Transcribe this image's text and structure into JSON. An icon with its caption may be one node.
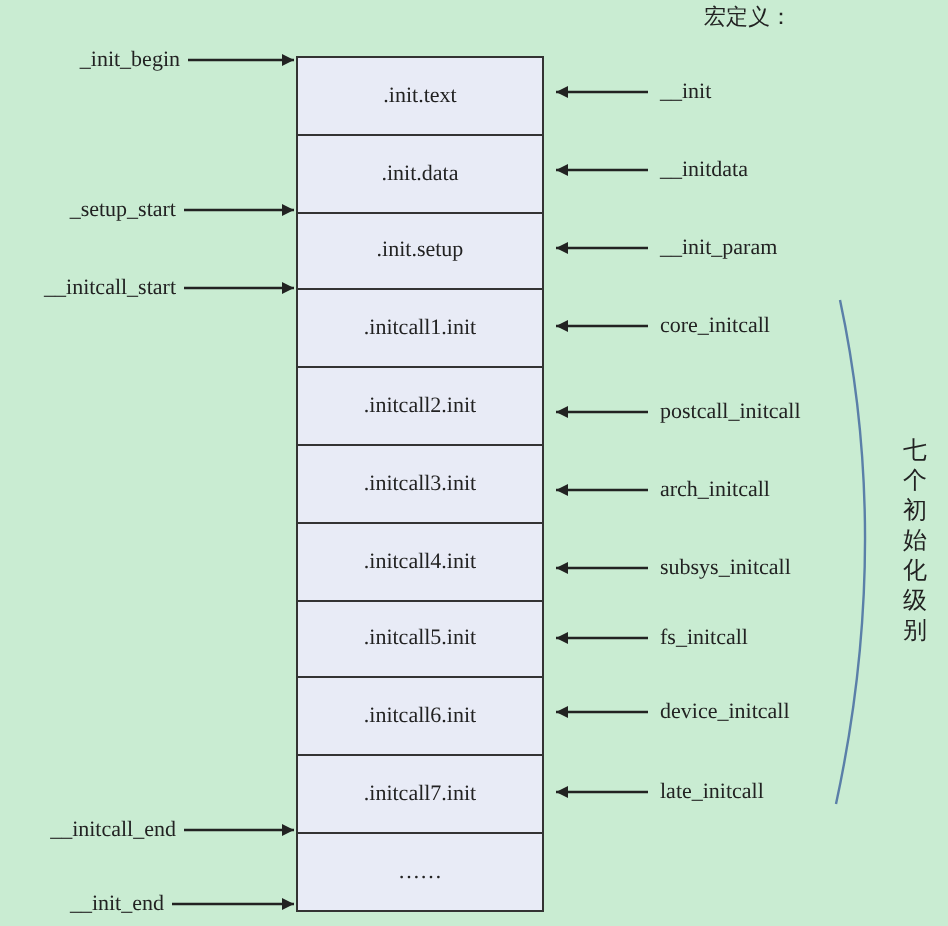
{
  "diagram": {
    "nodes": [
      {
        "text": [
          ".init.text"
        ]
      },
      {
        "text": [
          ".init.data"
        ]
      },
      {
        "text": [
          ".init.setup"
        ]
      },
      {
        "text": [
          ".initcall1.init"
        ]
      },
      {
        "text": [
          ".initcall2.init"
        ]
      },
      {
        "text": [
          ".initcall3.init"
        ]
      },
      {
        "text": [
          ".initcall4.init"
        ]
      },
      {
        "text": [
          ".initcall5.init"
        ]
      },
      {
        "text": [
          ".initcall6.init"
        ]
      },
      {
        "text": [
          ".initcall7.init"
        ]
      },
      {
        "text": [
          "……"
        ]
      },
      {
        "text": [
          "_init_begin"
        ]
      },
      {
        "text": [
          "_setup_start"
        ]
      },
      {
        "text": [
          "__initcall_start"
        ]
      },
      {
        "text": [
          "__initcall_end"
        ]
      },
      {
        "text": [
          "__init_end"
        ]
      },
      {
        "text": [
          "__init"
        ]
      },
      {
        "text": [
          "__initdata"
        ]
      },
      {
        "text": [
          "__init_param"
        ]
      },
      {
        "text": [
          "core_initcall"
        ]
      },
      {
        "text": [
          "postcall_initcall"
        ]
      },
      {
        "text": [
          "arch_initcall"
        ]
      },
      {
        "text": [
          "subsys_initcall"
        ]
      },
      {
        "text": [
          "fs_initcall"
        ]
      },
      {
        "text": [
          "device_initcall"
        ]
      },
      {
        "text": [
          "late_initcall"
        ]
      }
    ],
    "edges": [
      {
        "from": 11,
        "to": 0,
        "arrow": "to"
      },
      {
        "from": 12,
        "to": 2,
        "arrow": "to"
      },
      {
        "from": 13,
        "to": 3,
        "arrow": "to"
      },
      {
        "from": 14,
        "to": 10,
        "arrow": "to"
      },
      {
        "from": 15,
        "to": 10,
        "arrow": "to"
      },
      {
        "from": 16,
        "to": 0,
        "arrow": "to"
      },
      {
        "from": 17,
        "to": 1,
        "arrow": "to"
      },
      {
        "from": 18,
        "to": 2,
        "arrow": "to"
      },
      {
        "from": 19,
        "to": 3,
        "arrow": "to"
      },
      {
        "from": 20,
        "to": 4,
        "arrow": "to"
      },
      {
        "from": 21,
        "to": 5,
        "arrow": "to"
      },
      {
        "from": 22,
        "to": 6,
        "arrow": "to"
      },
      {
        "from": 23,
        "to": 7,
        "arrow": "to"
      },
      {
        "from": 24,
        "to": 8,
        "arrow": "to"
      },
      {
        "from": 25,
        "to": 9,
        "arrow": "to"
      }
    ],
    "labels": [
      "宏定义：",
      "七个初始化级别"
    ]
  }
}
